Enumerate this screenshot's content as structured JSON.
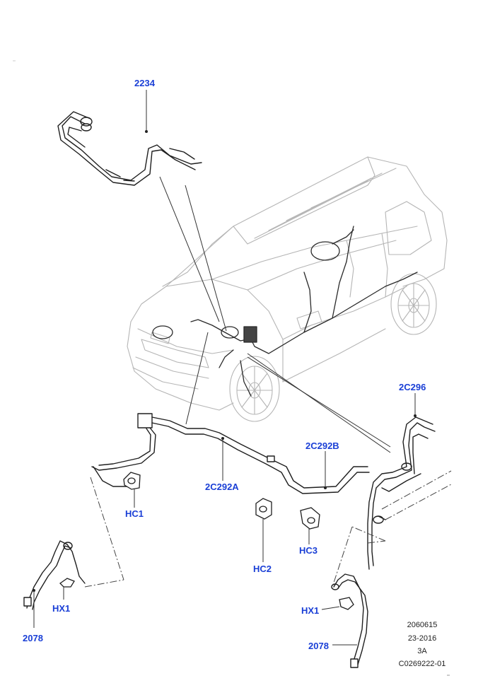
{
  "callouts": {
    "c2234": "2234",
    "c2c296": "2C296",
    "c2c292b": "2C292B",
    "c2c292a": "2C292A",
    "chc1": "HC1",
    "chc2": "HC2",
    "chc3": "HC3",
    "chx1_left": "HX1",
    "chx1_right": "HX1",
    "c2078_left": "2078",
    "c2078_right": "2078"
  },
  "info_block": {
    "line1": "2060615",
    "line2": "23-2016",
    "line3": "3A",
    "line4": "C0269222-01"
  },
  "colors": {
    "callout_text": "#1a3fd6",
    "line_art": "#222222",
    "vehicle_outline": "#b5b5b5"
  }
}
